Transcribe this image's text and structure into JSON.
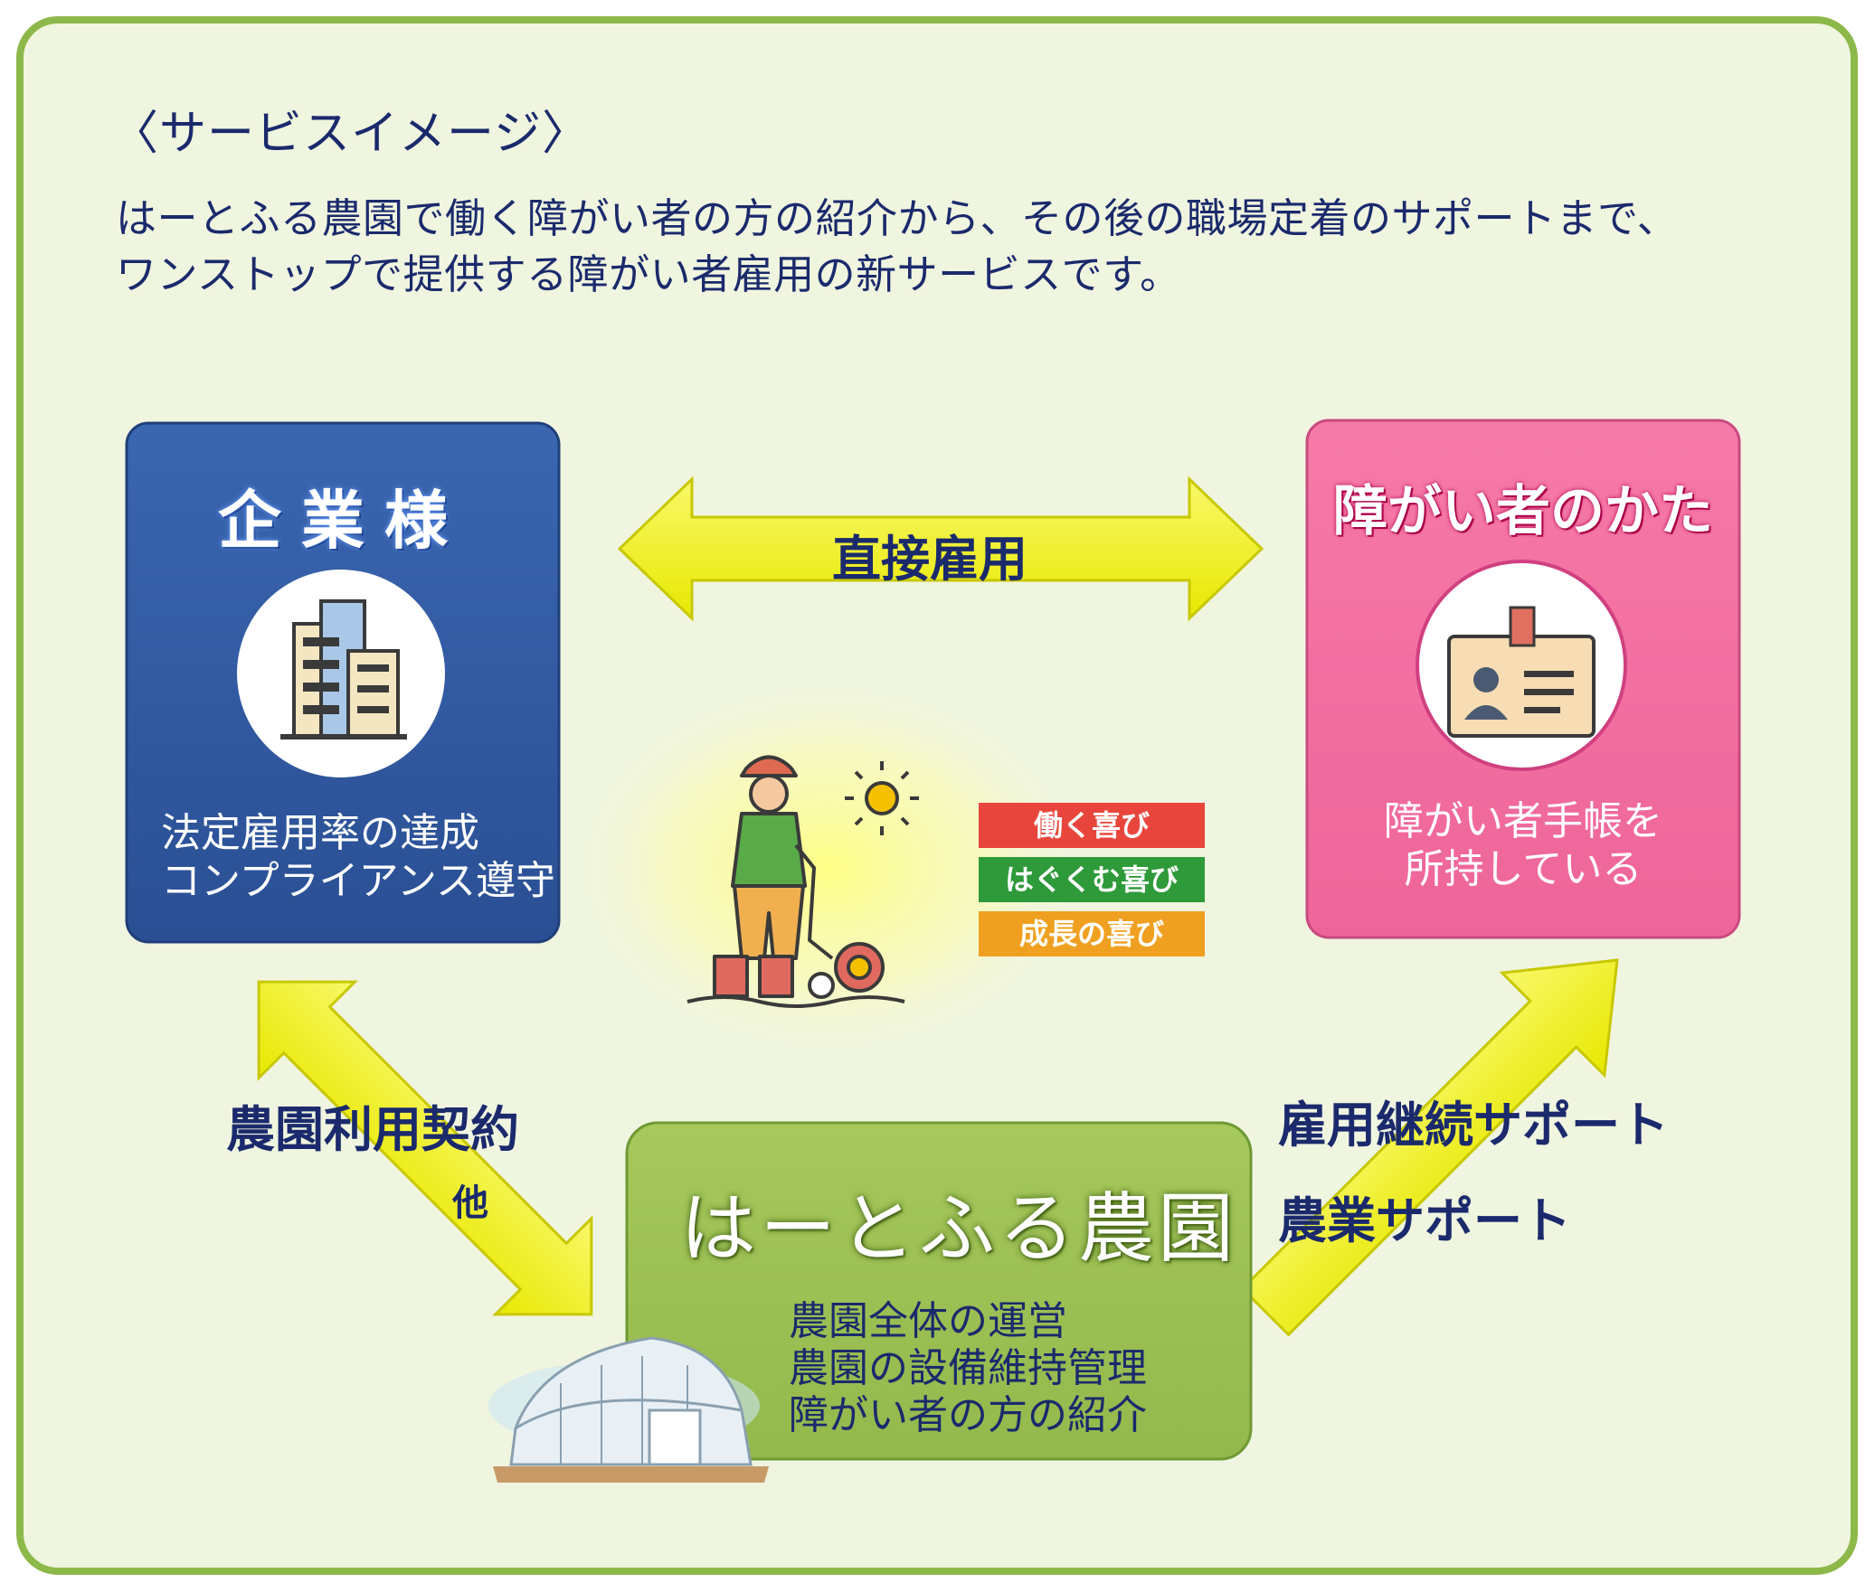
{
  "heading": "〈サービスイメージ〉",
  "intro": [
    "はーとふる農園で働く障がい者の方の紹介から、その後の職場定着のサポートまで、",
    "ワンストップで提供する障がい者雇用の新サービスです。"
  ],
  "company": {
    "title": "企業様",
    "lines": [
      "法定雇用率の達成",
      "コンプライアンス遵守"
    ],
    "icon": "office-building-icon"
  },
  "disabled": {
    "title": "障がい者のかた",
    "lines": [
      "障がい者手帳を",
      "所持している"
    ],
    "icon": "id-card-icon"
  },
  "farm": {
    "title": "はーとふる農園",
    "lines": [
      "農園全体の運営",
      "農園の設備維持管理",
      "障がい者の方の紹介"
    ],
    "icon": "greenhouse-icon"
  },
  "arrows": {
    "direct": "直接雇用",
    "contract": "農園利用契約",
    "contract_other": "他",
    "support": [
      "雇用継続サポート",
      "農業サポート"
    ]
  },
  "joys": [
    {
      "label": "働く喜び",
      "color": "#e8463c"
    },
    {
      "label": "はぐくむ喜び",
      "color": "#2e9a3a"
    },
    {
      "label": "成長の喜び",
      "color": "#f0a020"
    }
  ],
  "colors": {
    "panel_bg": "#f0f5e0",
    "panel_border": "#8db84a",
    "company_box": "#2f5aa0",
    "disabled_box": "#f06fa0",
    "farm_box": "#9cc053",
    "arrow": "#f5f520",
    "text": "#1a2a6c"
  }
}
